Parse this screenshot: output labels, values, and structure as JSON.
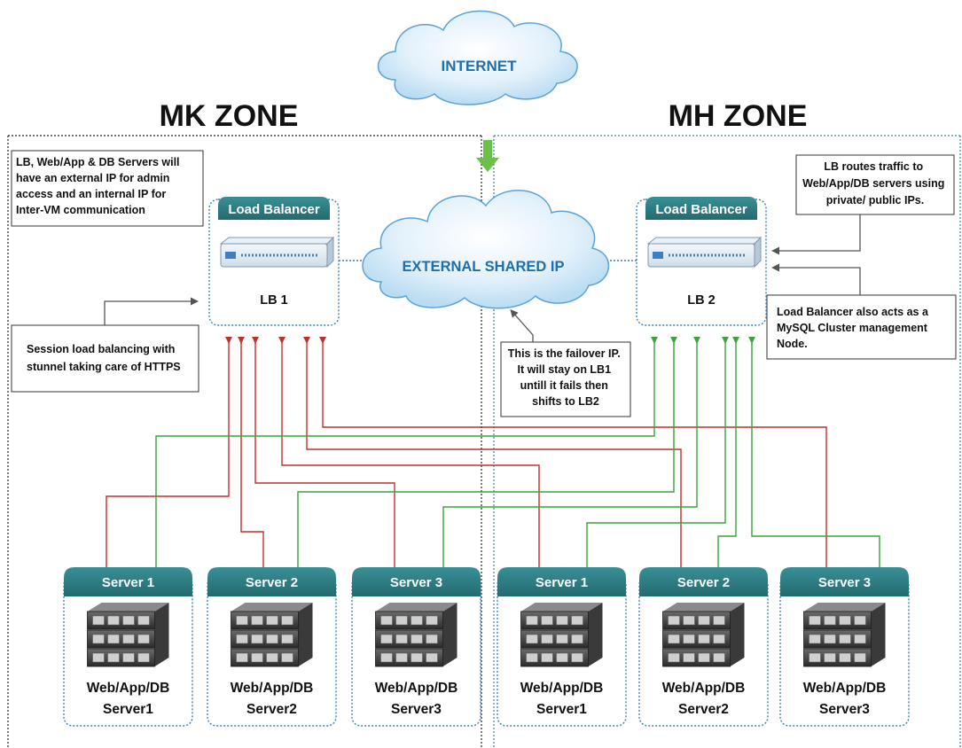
{
  "cloud_internet": "INTERNET",
  "cloud_shared": "EXTERNAL SHARED IP",
  "zones": {
    "mk": {
      "title": "MK ZONE"
    },
    "mh": {
      "title": "MH ZONE"
    }
  },
  "load_balancers": [
    {
      "header": "Load Balancer",
      "name": "LB 1"
    },
    {
      "header": "Load Balancer",
      "name": "LB 2"
    }
  ],
  "servers": [
    {
      "header": "Server 1",
      "line1": "Web/App/DB",
      "line2": "Server1"
    },
    {
      "header": "Server 2",
      "line1": "Web/App/DB",
      "line2": "Server2"
    },
    {
      "header": "Server 3",
      "line1": "Web/App/DB",
      "line2": "Server3"
    },
    {
      "header": "Server 1",
      "line1": "Web/App/DB",
      "line2": "Server1"
    },
    {
      "header": "Server 2",
      "line1": "Web/App/DB",
      "line2": "Server2"
    },
    {
      "header": "Server 3",
      "line1": "Web/App/DB",
      "line2": "Server3"
    }
  ],
  "callouts": {
    "ip_note": [
      "LB, Web/App & DB Servers will",
      "have an external IP for admin",
      "access and an internal IP for",
      "Inter-VM communication"
    ],
    "session_note": [
      "Session load balancing with",
      "stunnel taking care of HTTPS"
    ],
    "failover_note": [
      "This is the failover IP.",
      "It will stay on LB1",
      "untill it fails then",
      "shifts to LB2"
    ],
    "routes_note": [
      "LB routes traffic to",
      "Web/App/DB servers using",
      "private/ public IPs."
    ],
    "mysql_note": [
      "Load Balancer also acts as a",
      "MySQL Cluster management",
      "Node."
    ]
  },
  "colors": {
    "teal": "#2f7f86",
    "red": "#c0302b",
    "green": "#3aa33a",
    "blue_border": "#3d7fc0",
    "cloud_text": "#1f6fae",
    "zone_text": "#111111"
  }
}
